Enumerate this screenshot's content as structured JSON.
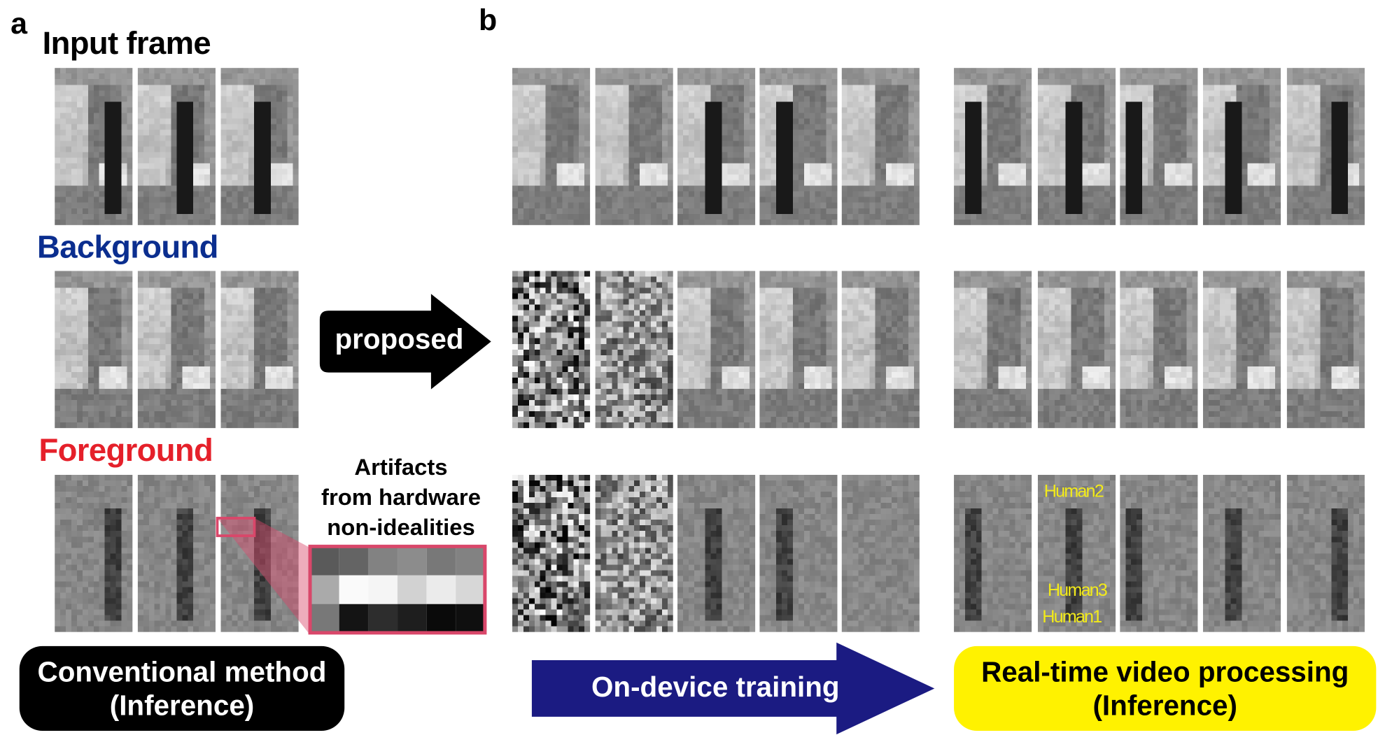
{
  "panel_a": {
    "letter": "a",
    "rows": [
      "Input frame",
      "Background",
      "Foreground"
    ],
    "row_colors": [
      "#000000",
      "#0b2e8f",
      "#e5202a"
    ],
    "arrow_label": "proposed",
    "artifact_label": [
      "Artifacts",
      "from hardware",
      "non-idealities"
    ],
    "artifact_border_color": "#d9476a",
    "method_box": {
      "line1": "Conventional method",
      "line2": "(Inference)",
      "color": "#000000"
    }
  },
  "panel_b": {
    "letter": "b",
    "humans": [
      "Human2",
      "Human3",
      "Human1"
    ],
    "training_arrow": {
      "label": "On-device training",
      "color": "#1b1b82"
    },
    "inference_box": {
      "line1": "Real-time video processing",
      "line2": "(Inference)",
      "color": "#fff200"
    }
  }
}
